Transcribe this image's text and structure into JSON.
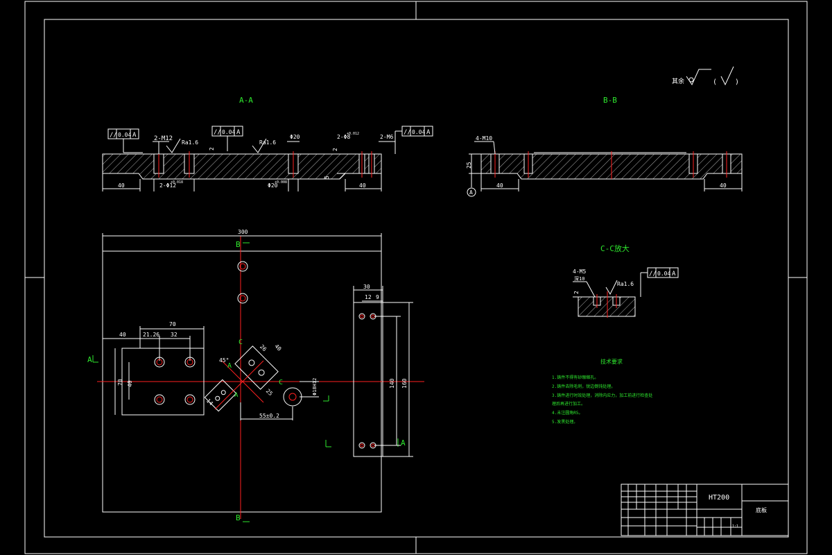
{
  "views": {
    "aa_title": "A-A",
    "bb_title": "B-B",
    "cc_title": "C-C放大",
    "plan_A_left": "A",
    "plan_A_right": "A",
    "plan_B_top": "B",
    "plan_B_bottom": "B",
    "plan_C1": "C",
    "plan_C2": "C",
    "plan_A_small": "A"
  },
  "roughness_note": {
    "label": "其余",
    "paren_open": "(",
    "paren_close": ")"
  },
  "section_aa": {
    "tol_left_sym": "//",
    "tol_left_val": "0.04",
    "tol_left_ref": "A",
    "tol_mid_sym": "//",
    "tol_mid_val": "0.04",
    "tol_mid_ref": "A",
    "tol_right_sym": "//",
    "tol_right_val": "0.04",
    "tol_right_ref": "A",
    "thread_left": "2-M12",
    "ra_left": "Ra1.6",
    "ra_mid": "Ra1.6",
    "dia20_top": "Φ20",
    "dowel": "2-Φ8",
    "dowel_tol": "+0.012",
    "thread_right": "2-M6",
    "dia12_bottom": "2-Φ12",
    "dia12_tol": "+0.018",
    "dia20_bottom": "Φ20",
    "dia20_tol": "+0.008",
    "dim_2a": "2",
    "dim_2b": "2",
    "dim_5": "5",
    "dim_40_left": "40",
    "dim_40_right": "40"
  },
  "section_bb": {
    "thread": "4-M10",
    "dim_25": "25",
    "dim_40_left": "40",
    "dim_40_right": "40",
    "datum": "A"
  },
  "section_cc": {
    "thread": "4-M5",
    "thread_depth": "深10",
    "ra": "Ra1.6",
    "tol_sym": "//",
    "tol_val": "0.04",
    "tol_ref": "A",
    "dim_2": "2"
  },
  "plan": {
    "width": "300",
    "dim_40": "40",
    "dim_70_top": "70",
    "dim_21_26": "21.26",
    "dim_32": "32",
    "dim_70_side": "70",
    "dim_40_side": "40",
    "angle_45": "45°",
    "dim_26": "26",
    "dim_40_diag": "40",
    "dim_14": "14",
    "dim_25": "25",
    "dim_55": "55±0.2",
    "dim_boss": "Φ18H12",
    "dim_30": "30",
    "dim_12": "12",
    "dim_9": "9",
    "dim_140": "140",
    "dim_160": "160"
  },
  "tech_req": {
    "title": "技术要求",
    "items": [
      "1.铸件不得有砂眼缩孔。",
      "2.铸件去除毛刺，锐边倒钝处理。",
      "3.铸件进行时效处理，消除内应力，加工前进行检查处",
      "  理后再进行加工。",
      "4.未注圆角R5。",
      "5.发黑处理。"
    ]
  },
  "title_block": {
    "material": "HT200",
    "part_name": "底板",
    "scale_cell": "1:1"
  }
}
